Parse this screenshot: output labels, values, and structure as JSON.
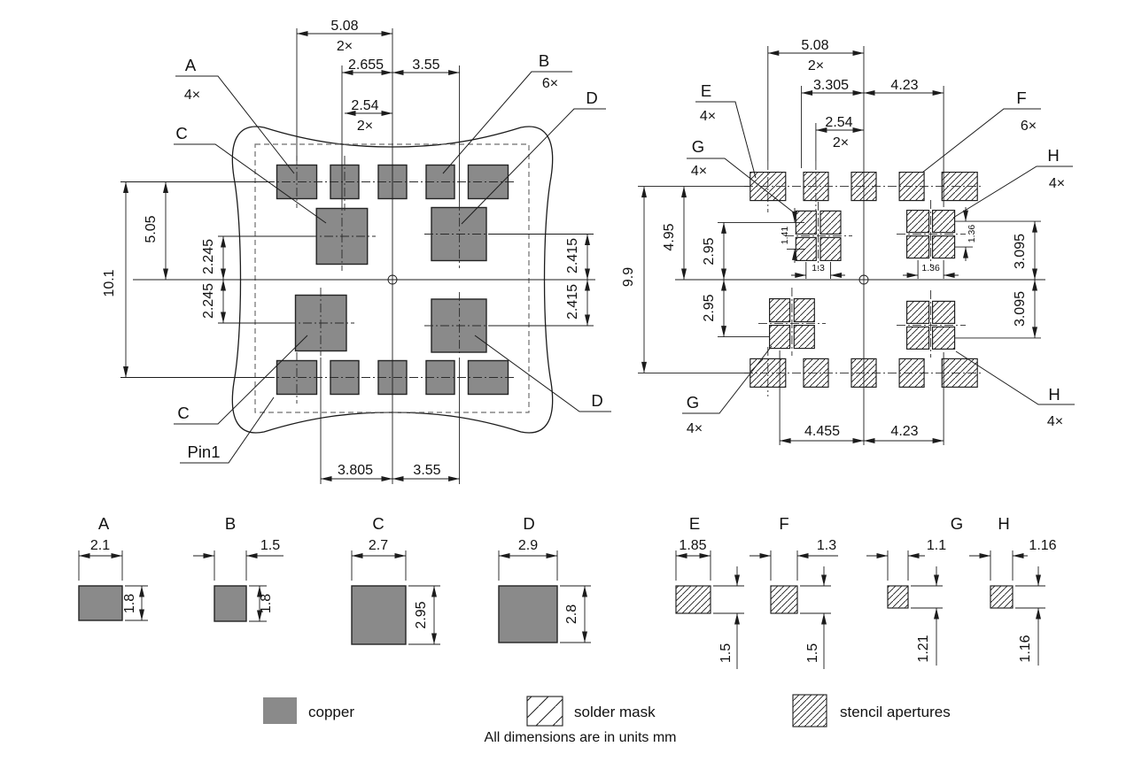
{
  "left_view": {
    "labels": {
      "a": "A",
      "a_count": "4×",
      "b": "B",
      "b_count": "6×",
      "c_top": "C",
      "c_bottom": "C",
      "d_top": "D",
      "d_bottom": "D",
      "pin1": "Pin1"
    },
    "dims": {
      "top_width": "5.08",
      "top_width_count": "2×",
      "offset_left": "2.655",
      "offset_right": "3.55",
      "pitch": "2.54",
      "pitch_count": "2×",
      "height": "10.1",
      "row_offset": "5.05",
      "c_upper": "2.245",
      "c_lower": "2.245",
      "d_upper": "2.415",
      "d_lower": "2.415",
      "bottom_left": "3.805",
      "bottom_right": "3.55"
    }
  },
  "right_view": {
    "labels": {
      "e": "E",
      "e_count": "4×",
      "f": "F",
      "f_count": "6×",
      "g_top": "G",
      "g_top_count": "4×",
      "h_top": "H",
      "h_top_count": "4×",
      "g_bottom": "G",
      "g_bottom_count": "4×",
      "h_bottom": "H",
      "h_bottom_count": "4×"
    },
    "dims": {
      "top_width": "5.08",
      "top_width_count": "2×",
      "offset_left": "3.305",
      "offset_right": "4.23",
      "pitch": "2.54",
      "pitch_count": "2×",
      "height": "9.9",
      "row_offset": "4.95",
      "g_upper": "2.95",
      "g_lower": "2.95",
      "g_pitch_v": "1.41",
      "g_pitch_h": "1.3",
      "h_pitch_v": "1.36",
      "h_pitch_h": "1.36",
      "h_upper": "3.095",
      "h_lower": "3.095",
      "bottom_left": "4.455",
      "bottom_right": "4.23"
    }
  },
  "details": [
    {
      "label": "A",
      "width": "2.1",
      "height": "1.8"
    },
    {
      "label": "B",
      "width": "1.5",
      "height": "1.8"
    },
    {
      "label": "C",
      "width": "2.7",
      "height": "2.95"
    },
    {
      "label": "D",
      "width": "2.9",
      "height": "2.8"
    },
    {
      "label": "E",
      "width": "1.85",
      "height": "1.5"
    },
    {
      "label": "F",
      "width": "1.3",
      "height": "1.5"
    },
    {
      "label": "G",
      "width": "1.1",
      "height": "1.21"
    },
    {
      "label": "H",
      "width": "1.16",
      "height": "1.16"
    }
  ],
  "legend": {
    "copper": "copper",
    "solder_mask": "solder mask",
    "stencil": "stencil apertures",
    "note": "All dimensions are in units mm"
  },
  "colors": {
    "copper": "#8a8a8a",
    "line": "#1c1c1c",
    "background": "#ffffff"
  }
}
